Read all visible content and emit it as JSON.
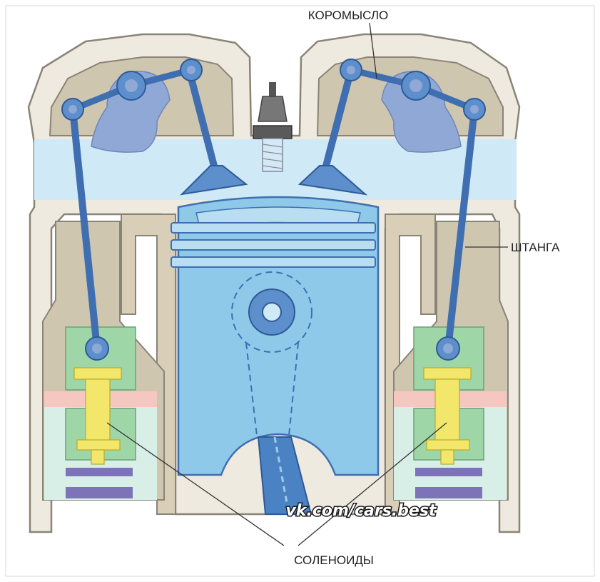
{
  "labels": {
    "rocker": "КОРОМЫСЛО",
    "pushrod": "ШТАНГА",
    "solenoids": "СОЛЕНОИДЫ"
  },
  "watermark": "vk.com/cars.best",
  "colors": {
    "frame": "#eeeadf",
    "outline": "#8a8476",
    "head_cavity": "#cfc6b0",
    "coolant": "#cfe9f7",
    "piston": "#8ec9ea",
    "rod": "#3f6fb0",
    "rocker": "#8fa8d6",
    "coil_green": "#9fd6a8",
    "coil_yellow": "#f2e76b",
    "coil_base": "#7d73b9",
    "pink_band": "#f6c7c0"
  }
}
